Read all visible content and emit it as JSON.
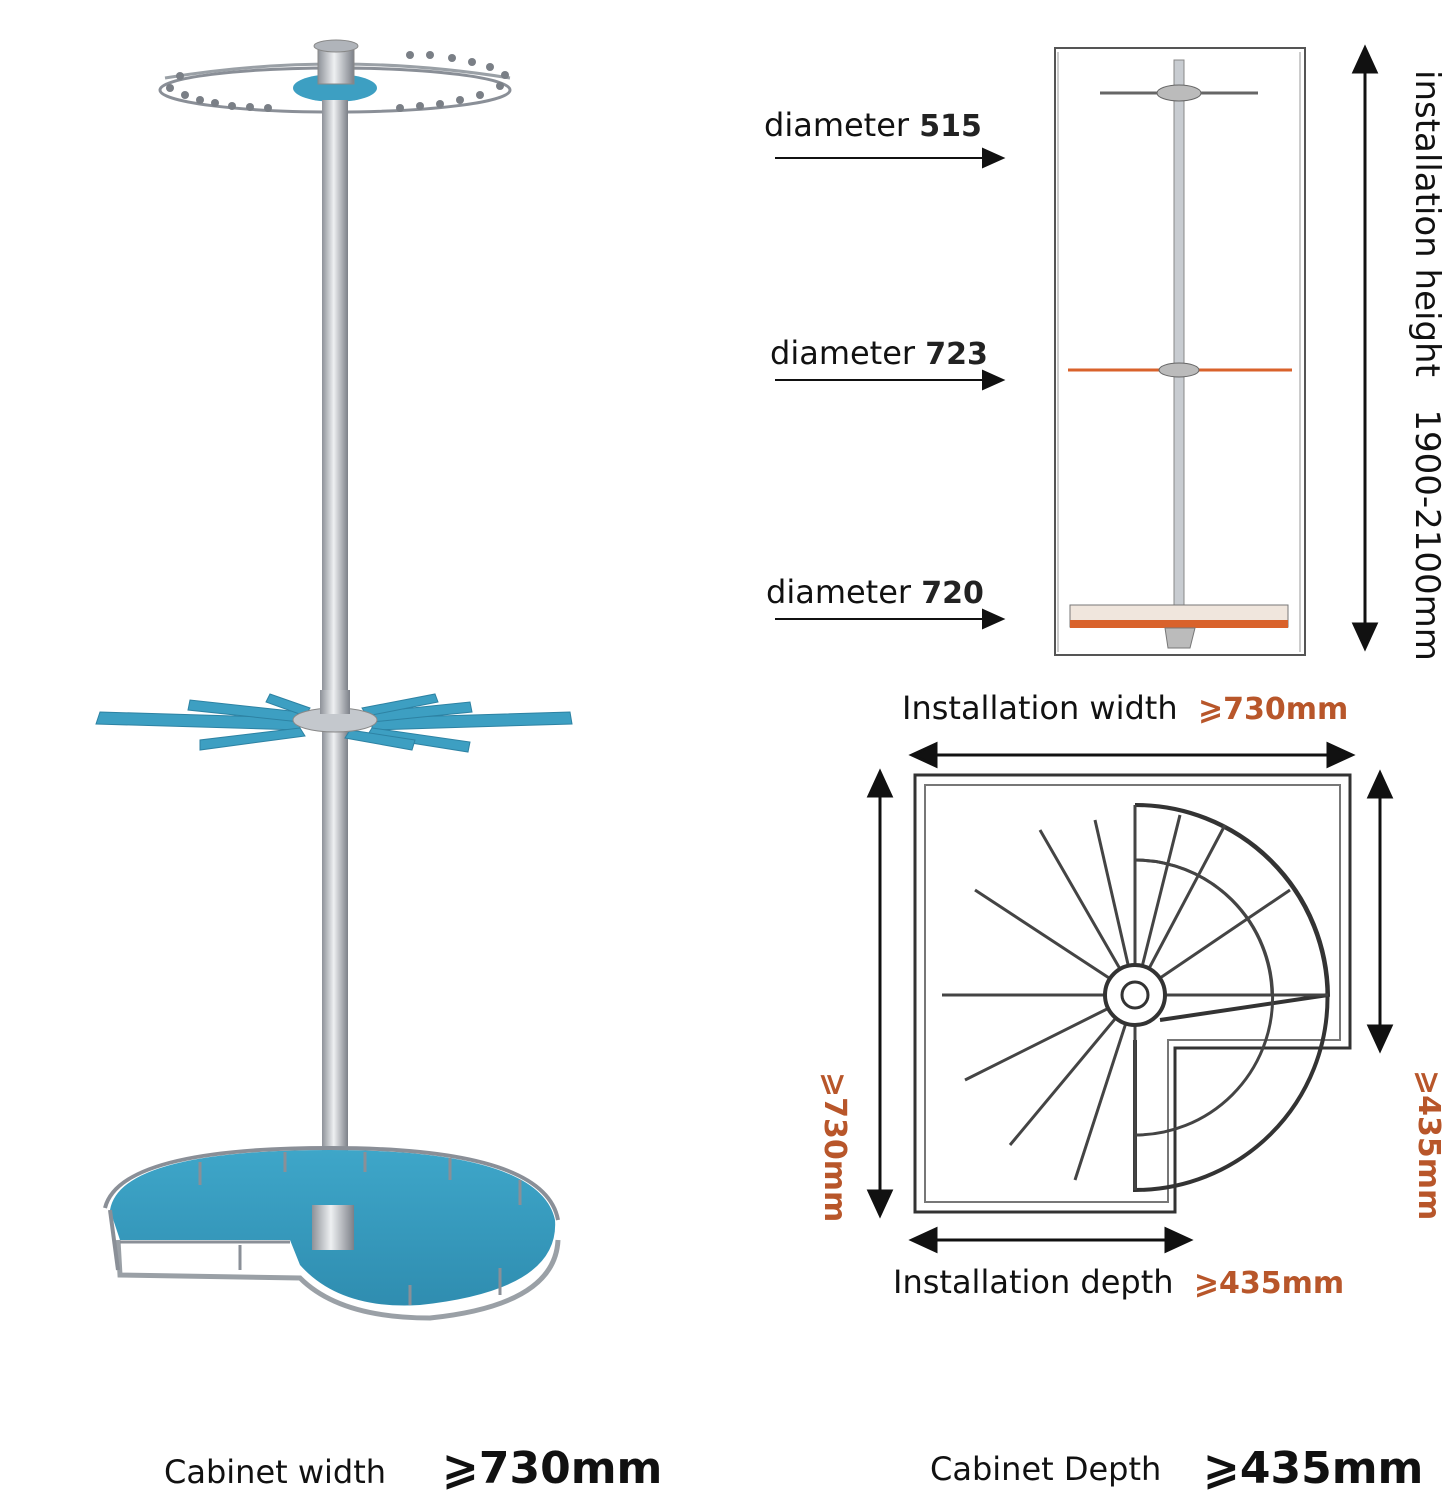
{
  "left_illustration": {
    "icon": "rotating-lazy-susan-rack-illustration",
    "colors": {
      "tray": "#3d9fc2",
      "pole": "#b9bcc2",
      "rail": "#8a8f97"
    }
  },
  "elevation": {
    "labels": [
      {
        "text": "diameter",
        "value": "515"
      },
      {
        "text": "diameter",
        "value": "723"
      },
      {
        "text": "diameter",
        "value": "720"
      }
    ],
    "height_label": "installation height",
    "height_value": "1900-2100mm",
    "colors": {
      "shelf": "#d9622b",
      "frame": "#555555"
    }
  },
  "plan": {
    "width_label": "Installation width",
    "width_value": "⩾730mm",
    "depth_label": "Installation depth",
    "depth_value": "⩾435mm",
    "left_value": "⩾730mm",
    "right_value": "⩾435mm"
  },
  "footer": {
    "cabinet_width_label": "Cabinet width",
    "cabinet_width_value": "⩾730mm",
    "cabinet_depth_label": "Cabinet Depth",
    "cabinet_depth_value": "⩾435mm"
  }
}
